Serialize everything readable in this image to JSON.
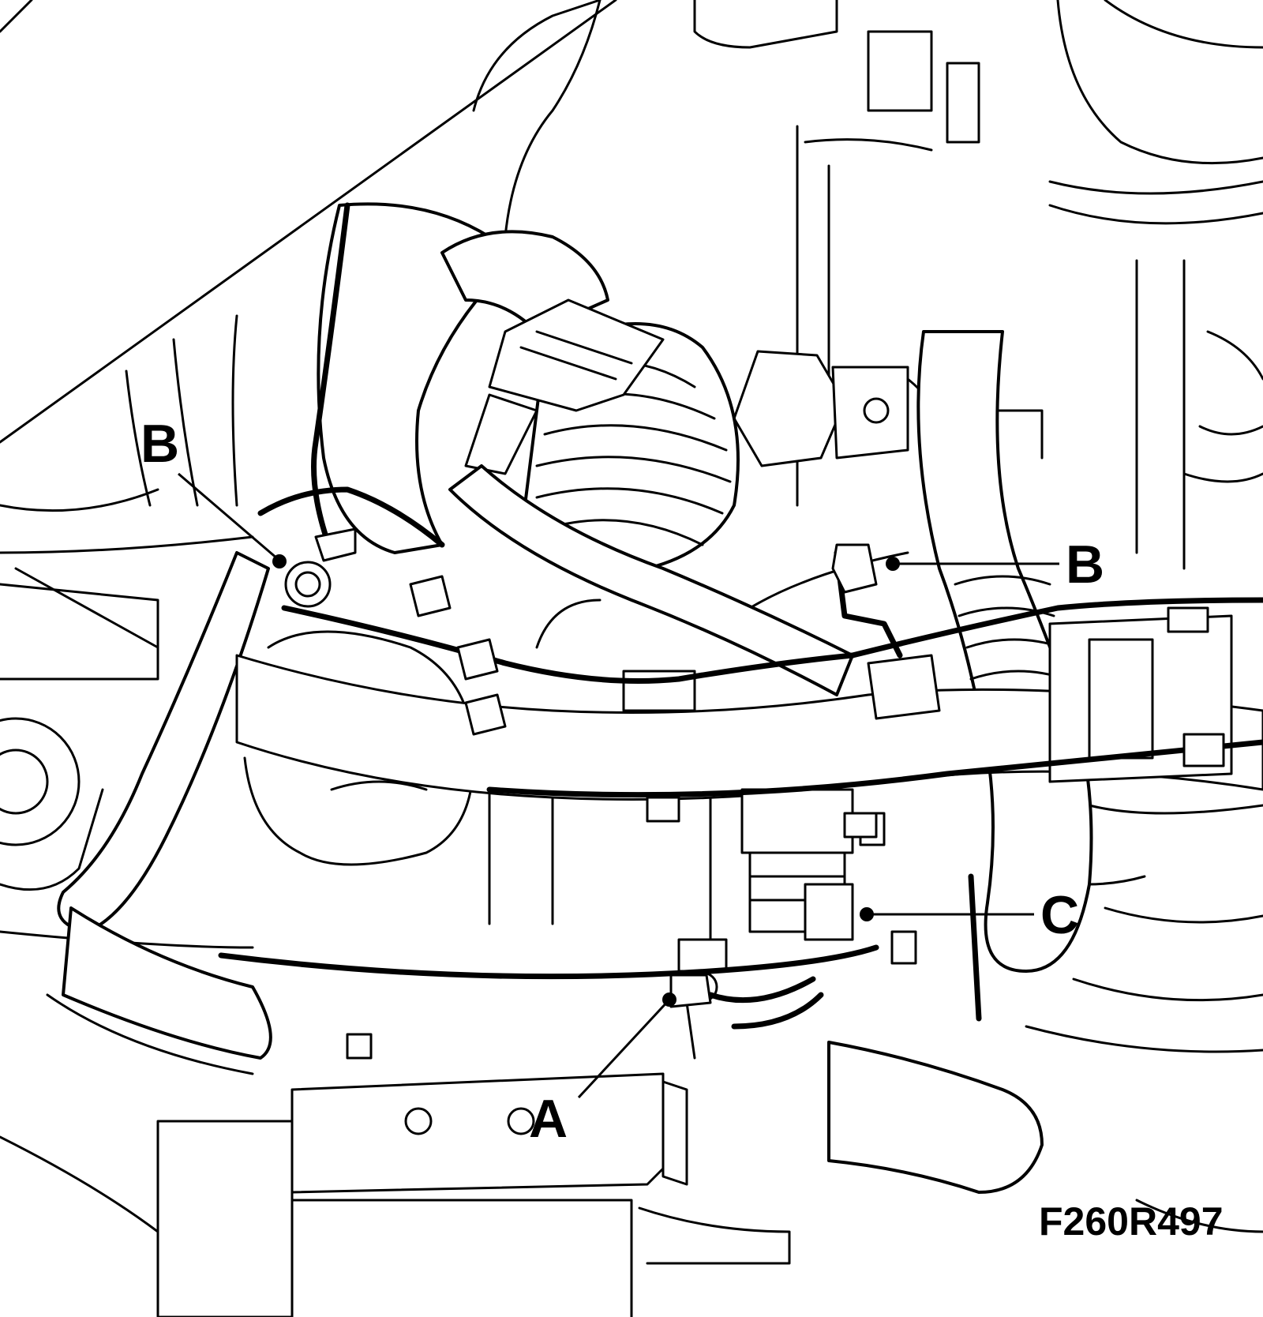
{
  "diagram": {
    "callouts": [
      {
        "id": "b-left",
        "letter": "B"
      },
      {
        "id": "b-right",
        "letter": "B"
      },
      {
        "id": "c",
        "letter": "C"
      },
      {
        "id": "a",
        "letter": "A"
      }
    ],
    "figure_code": "F260R497",
    "colors": {
      "line": "#000000",
      "background": "#ffffff"
    }
  }
}
